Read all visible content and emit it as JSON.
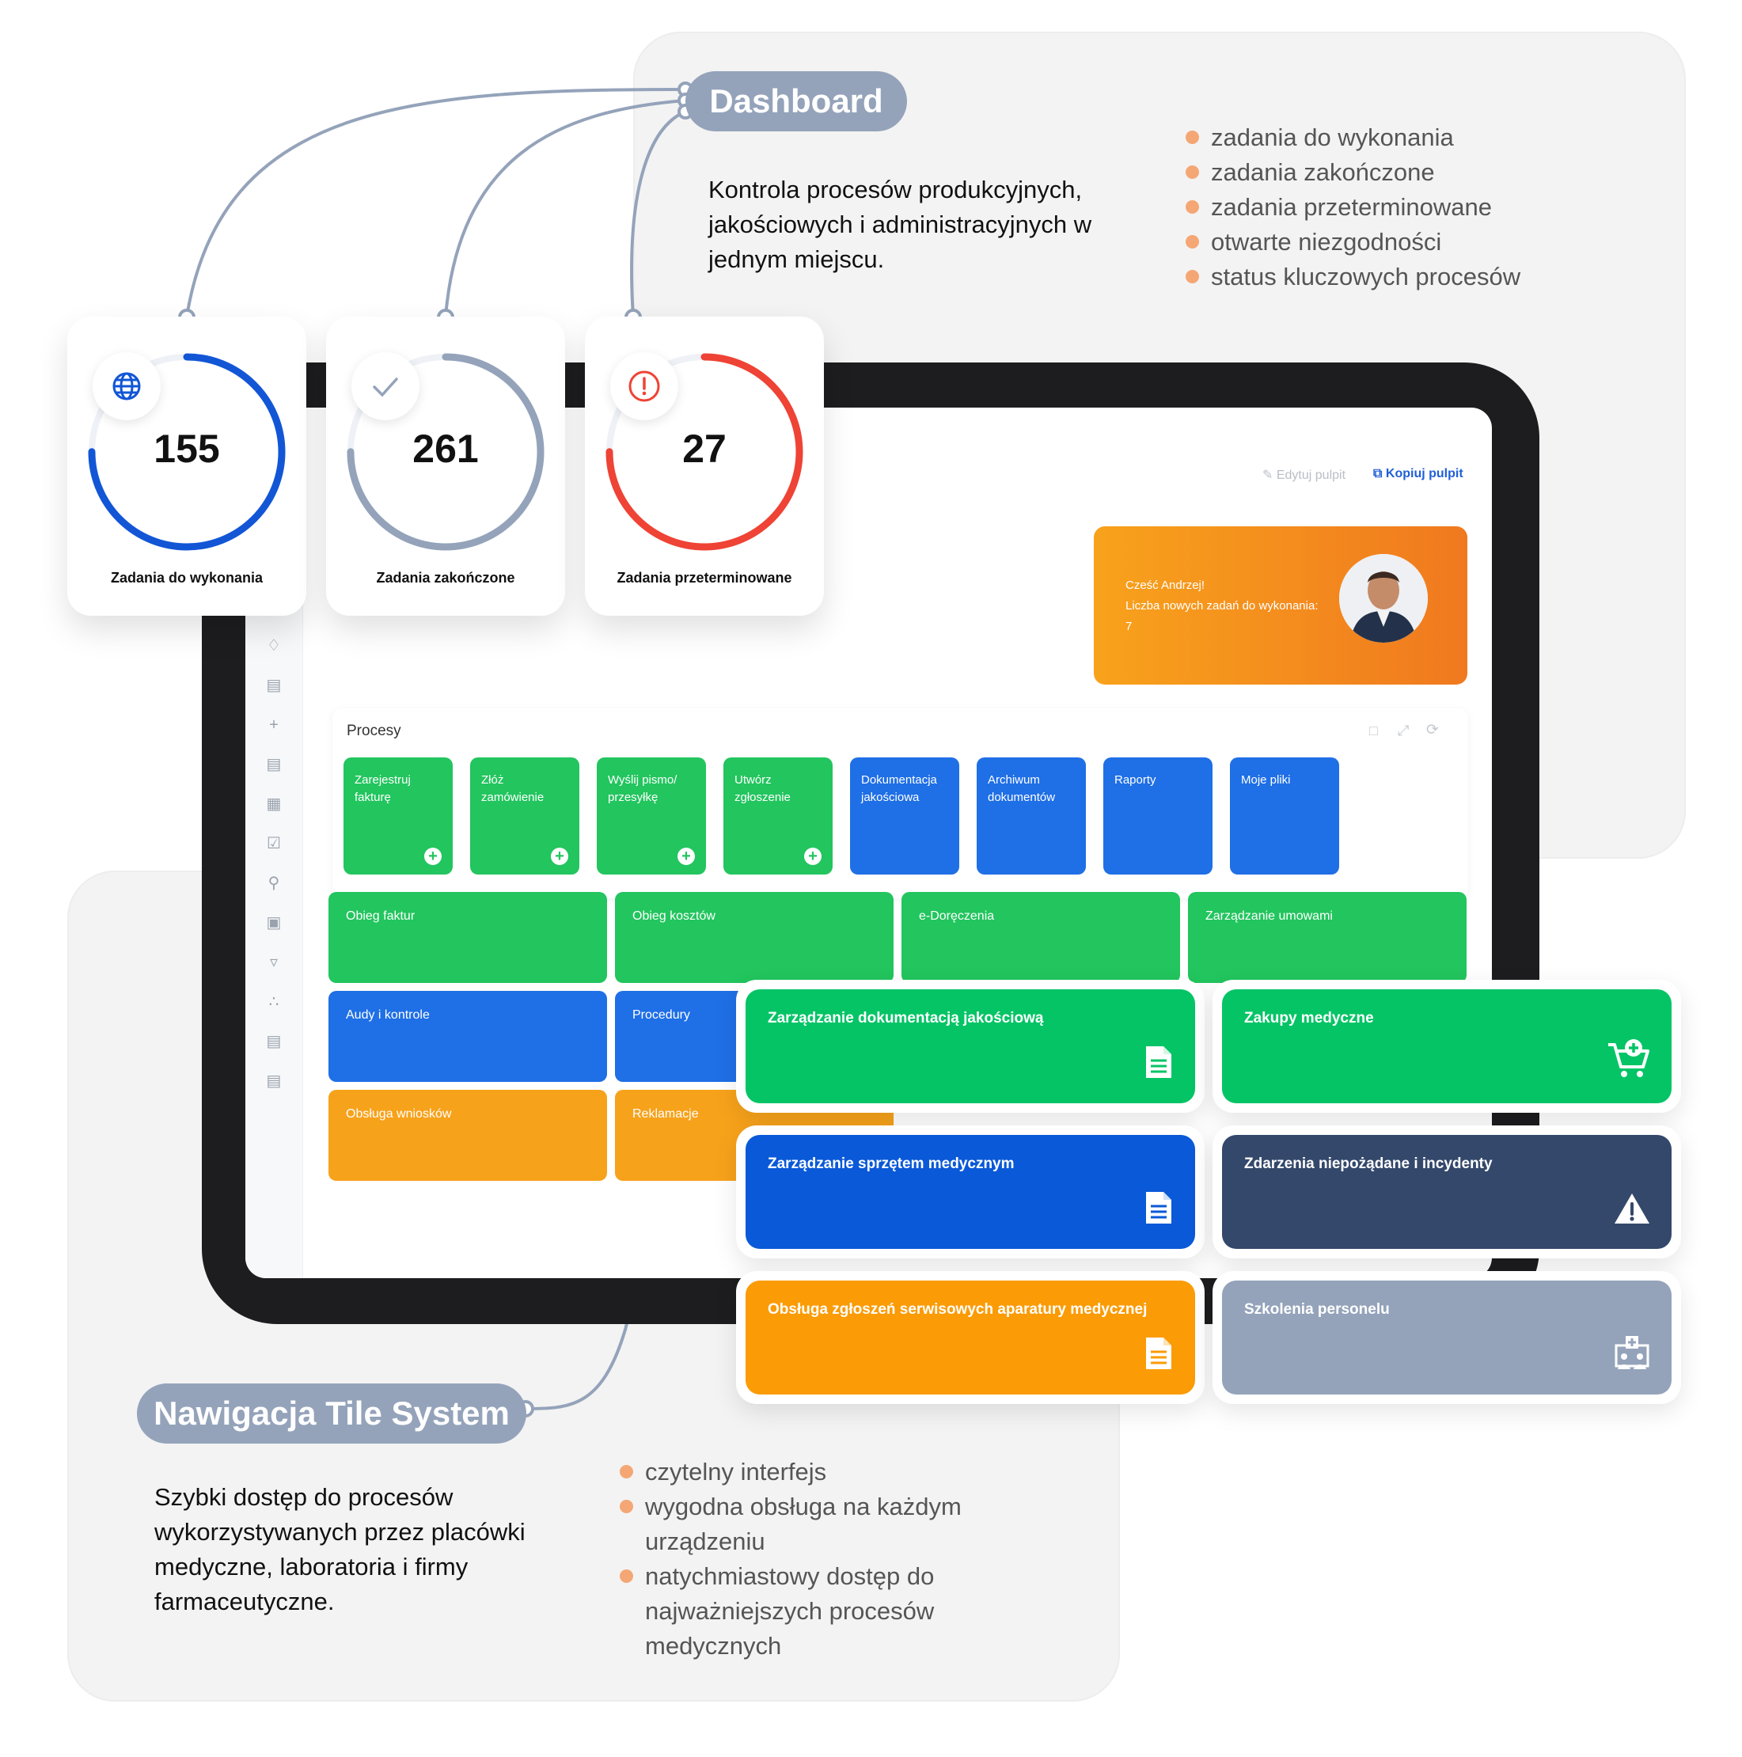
{
  "colors": {
    "green": "#22c55e",
    "blue": "#1f6fe6",
    "orange": "#f7a21b",
    "navy": "#34486b",
    "gray": "#94a3ba",
    "red": "#ee4335",
    "bullet": "#f4a774"
  },
  "dashboard": {
    "pill": "Dashboard",
    "description": "Kontrola procesów produkcyjnych, jakościowych i administracyjnych w jednym miejscu.",
    "bullets": [
      "zadania do wykonania",
      "zadania zakończone",
      "zadania przeterminowane",
      "otwarte niezgodności",
      "status kluczowych procesów"
    ]
  },
  "navigation": {
    "pill": "Nawigacja Tile System",
    "description": "Szybki dostęp do procesów wykorzystywanych przez placówki medyczne, laboratoria i firmy farmaceutyczne.",
    "bullets": [
      "czytelny interfejs",
      "wygodna obsługa na każdym urządzeniu",
      "natychmiastowy dostęp do najważniejszych procesów medycznych"
    ]
  },
  "stats": [
    {
      "value": "155",
      "label": "Zadania do wykonania",
      "icon": "globe-icon",
      "progress": 0.75
    },
    {
      "value": "261",
      "label": "Zadania zakończone",
      "icon": "check-icon",
      "progress": 0.75
    },
    {
      "value": "27",
      "label": "Zadania przeterminowane",
      "icon": "alert-icon",
      "progress": 0.75
    }
  ],
  "toolbar": {
    "edit": "Edytuj pulpit",
    "copy": "Kopiuj pulpit"
  },
  "greeting": {
    "line1": "Cześć Andrzej!",
    "line2": "Liczba nowych zadań do wykonania:",
    "count": "7"
  },
  "processes": {
    "title": "Procesy",
    "tiles": [
      {
        "label": "Zarejestruj fakturę",
        "color": "green",
        "plus": true
      },
      {
        "label": "Złóż zamówienie",
        "color": "green",
        "plus": true
      },
      {
        "label": "Wyślij pismo/ przesyłkę",
        "color": "green",
        "plus": true
      },
      {
        "label": "Utwórz zgłoszenie",
        "color": "green",
        "plus": true
      },
      {
        "label": "Dokumentacja jakościowa",
        "color": "blue",
        "plus": false
      },
      {
        "label": "Archiwum dokumentów",
        "color": "blue",
        "plus": false
      },
      {
        "label": "Raporty",
        "color": "blue",
        "plus": false
      },
      {
        "label": "Moje pliki",
        "color": "blue",
        "plus": false
      }
    ]
  },
  "grid_tiles": [
    "Obieg faktur",
    "Obieg kosztów",
    "e-Doręczenia",
    "Zarządzanie umowami",
    "Audy i kontrole",
    "Procedury",
    "Obsługa wniosków",
    "Reklamacje"
  ],
  "big_tiles": [
    {
      "label": "Zarządzanie dokumentacją jakościową",
      "icon": "document-icon"
    },
    {
      "label": "Zakupy medyczne",
      "icon": "medical-cart-icon"
    },
    {
      "label": "Zarządzanie sprzętem medycznym",
      "icon": "document-icon"
    },
    {
      "label": "Zdarzenia niepożądane i incydenty",
      "icon": "warning-icon"
    },
    {
      "label": "Obsługa zgłoszeń serwisowych aparatury medycznej",
      "icon": "document-icon"
    },
    {
      "label": "Szkolenia personelu",
      "icon": "training-icon"
    }
  ]
}
